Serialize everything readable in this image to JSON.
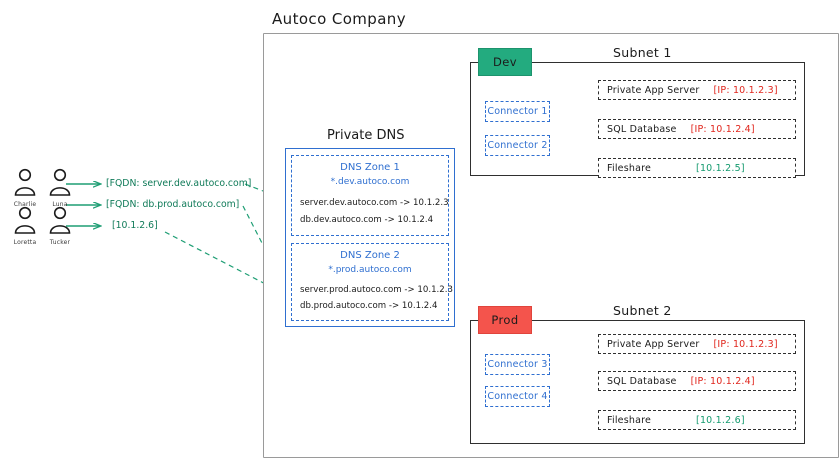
{
  "diagram": {
    "company_title": "Autoco Company"
  },
  "users": [
    {
      "name": "Charlie",
      "icon": "user-icon"
    },
    {
      "name": "Luna",
      "icon": "user-icon"
    },
    {
      "name": "Loretta",
      "icon": "user-icon"
    },
    {
      "name": "Tucker",
      "icon": "user-icon"
    }
  ],
  "queries": [
    {
      "text": "[FQDN: server.dev.autoco.com]"
    },
    {
      "text": "[FQDN: db.prod.autoco.com]"
    },
    {
      "text": "[10.1.2.6]"
    }
  ],
  "private_dns": {
    "title": "Private DNS",
    "zones": [
      {
        "name": "DNS Zone 1",
        "wildcard": "*.dev.autoco.com",
        "records": [
          "server.dev.autoco.com -> 10.1.2.3",
          "db.dev.autoco.com -> 10.1.2.4"
        ]
      },
      {
        "name": "DNS Zone 2",
        "wildcard": "*.prod.autoco.com",
        "records": [
          "server.prod.autoco.com -> 10.1.2.3",
          "db.prod.autoco.com -> 10.1.2.4"
        ]
      }
    ]
  },
  "subnets": [
    {
      "title": "Subnet 1",
      "env_label": "Dev",
      "env_color": "#23ab7f",
      "connectors": [
        "Connector 1",
        "Connector 2"
      ],
      "resources": [
        {
          "label": "Private App Server",
          "ip": "[IP: 10.1.2.3]",
          "ip_color": "red"
        },
        {
          "label": "SQL Database",
          "ip": "[IP: 10.1.2.4]",
          "ip_color": "red"
        },
        {
          "label": "Fileshare",
          "ip": "[10.1.2.5]",
          "ip_color": "green"
        }
      ]
    },
    {
      "title": "Subnet 2",
      "env_label": "Prod",
      "env_color": "#f4544c",
      "connectors": [
        "Connector 3",
        "Connector 4"
      ],
      "resources": [
        {
          "label": "Private App Server",
          "ip": "[IP: 10.1.2.3]",
          "ip_color": "red"
        },
        {
          "label": "SQL Database",
          "ip": "[IP: 10.1.2.4]",
          "ip_color": "red"
        },
        {
          "label": "Fileshare",
          "ip": "[10.1.2.6]",
          "ip_color": "green"
        }
      ]
    }
  ],
  "colors": {
    "green_accent": "#149a6e",
    "blue_accent": "#2f6fd0",
    "red_accent": "#e0261d"
  }
}
